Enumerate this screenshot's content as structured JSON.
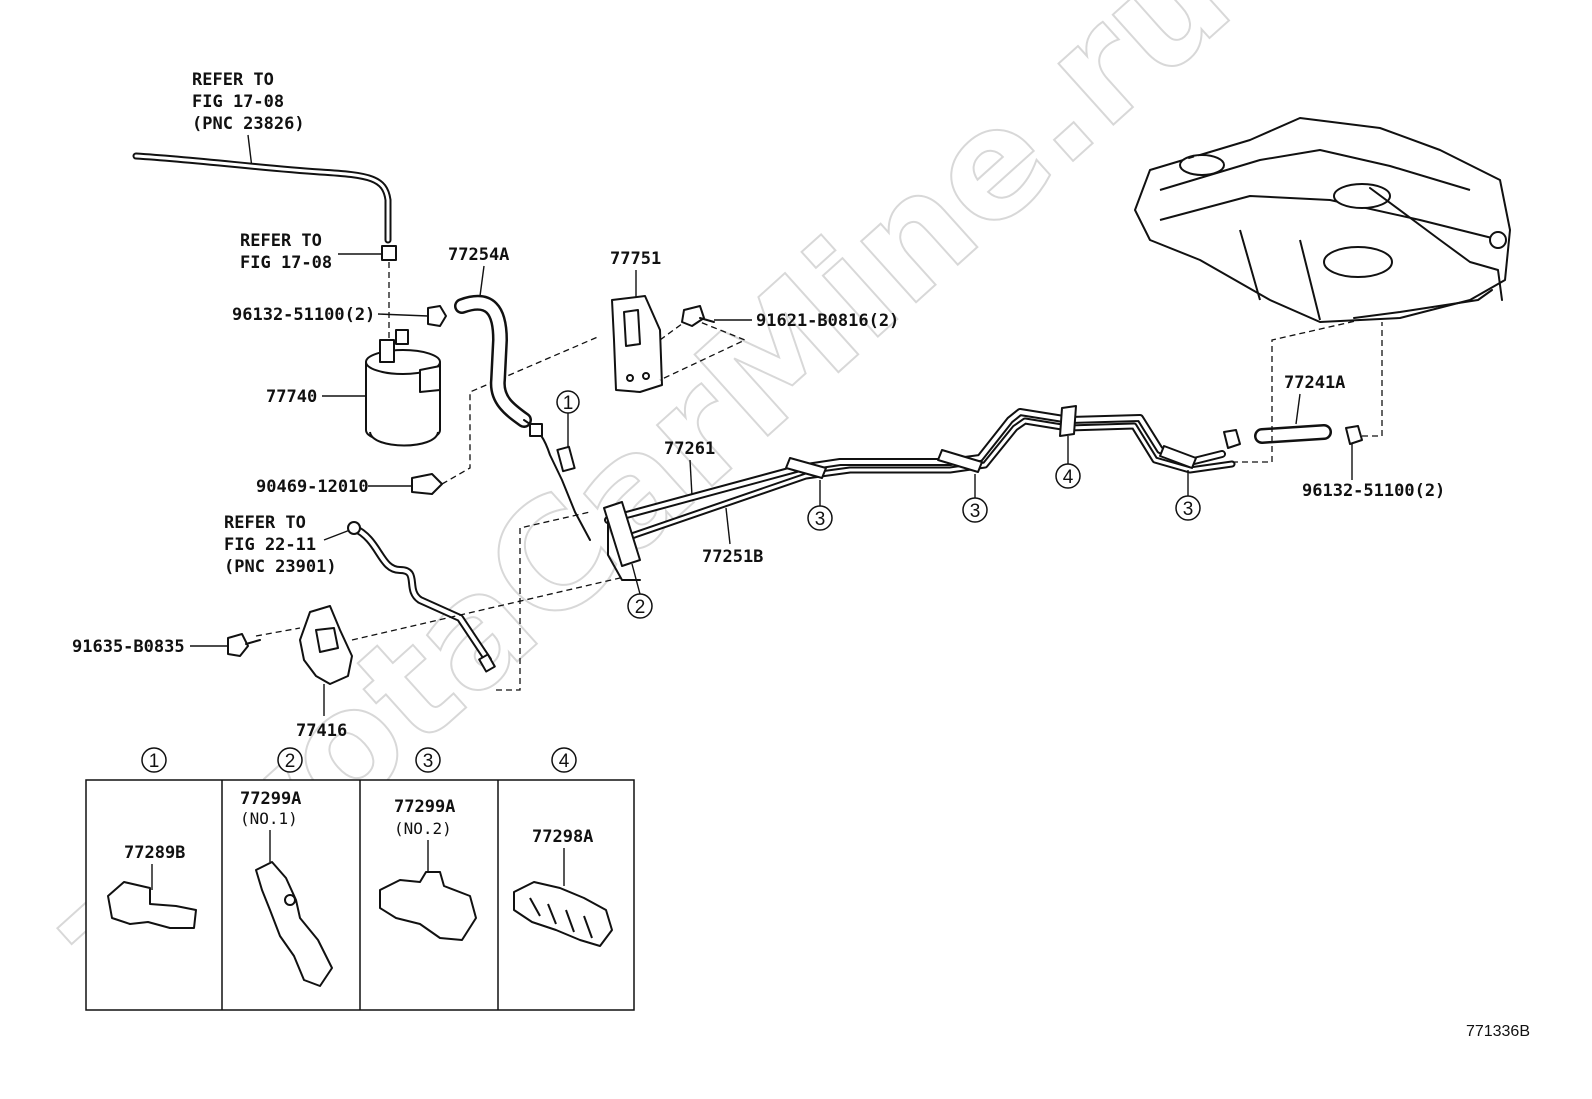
{
  "watermark": "ToyotaCarMine.ru",
  "refer_top": [
    "REFER TO",
    "FIG 17-08",
    "(PNC 23826)"
  ],
  "refer_mid": [
    "REFER TO",
    "FIG 17-08"
  ],
  "refer_low": [
    "REFER TO",
    "FIG 22-11",
    "(PNC 23901)"
  ],
  "parts": {
    "p96132_left": "96132-51100(2)",
    "p77740": "77740",
    "p90469": "90469-12010",
    "p77254A": "77254A",
    "p77751": "77751",
    "p91621": "91621-B0816(2)",
    "p77261": "77261",
    "p77251B": "77251B",
    "p91635": "91635-B0835",
    "p77416": "77416",
    "p77241A": "77241A",
    "p96132_right": "96132-51100(2)"
  },
  "callouts": [
    "1",
    "2",
    "3",
    "4"
  ],
  "legend": {
    "cells": [
      {
        "num": "1",
        "part": "77289B",
        "sub": ""
      },
      {
        "num": "2",
        "part": "77299A",
        "sub": "(NO.1)"
      },
      {
        "num": "3",
        "part": "77299A",
        "sub": "(NO.2)"
      },
      {
        "num": "4",
        "part": "77298A",
        "sub": ""
      }
    ]
  },
  "figure_code": "771336B"
}
